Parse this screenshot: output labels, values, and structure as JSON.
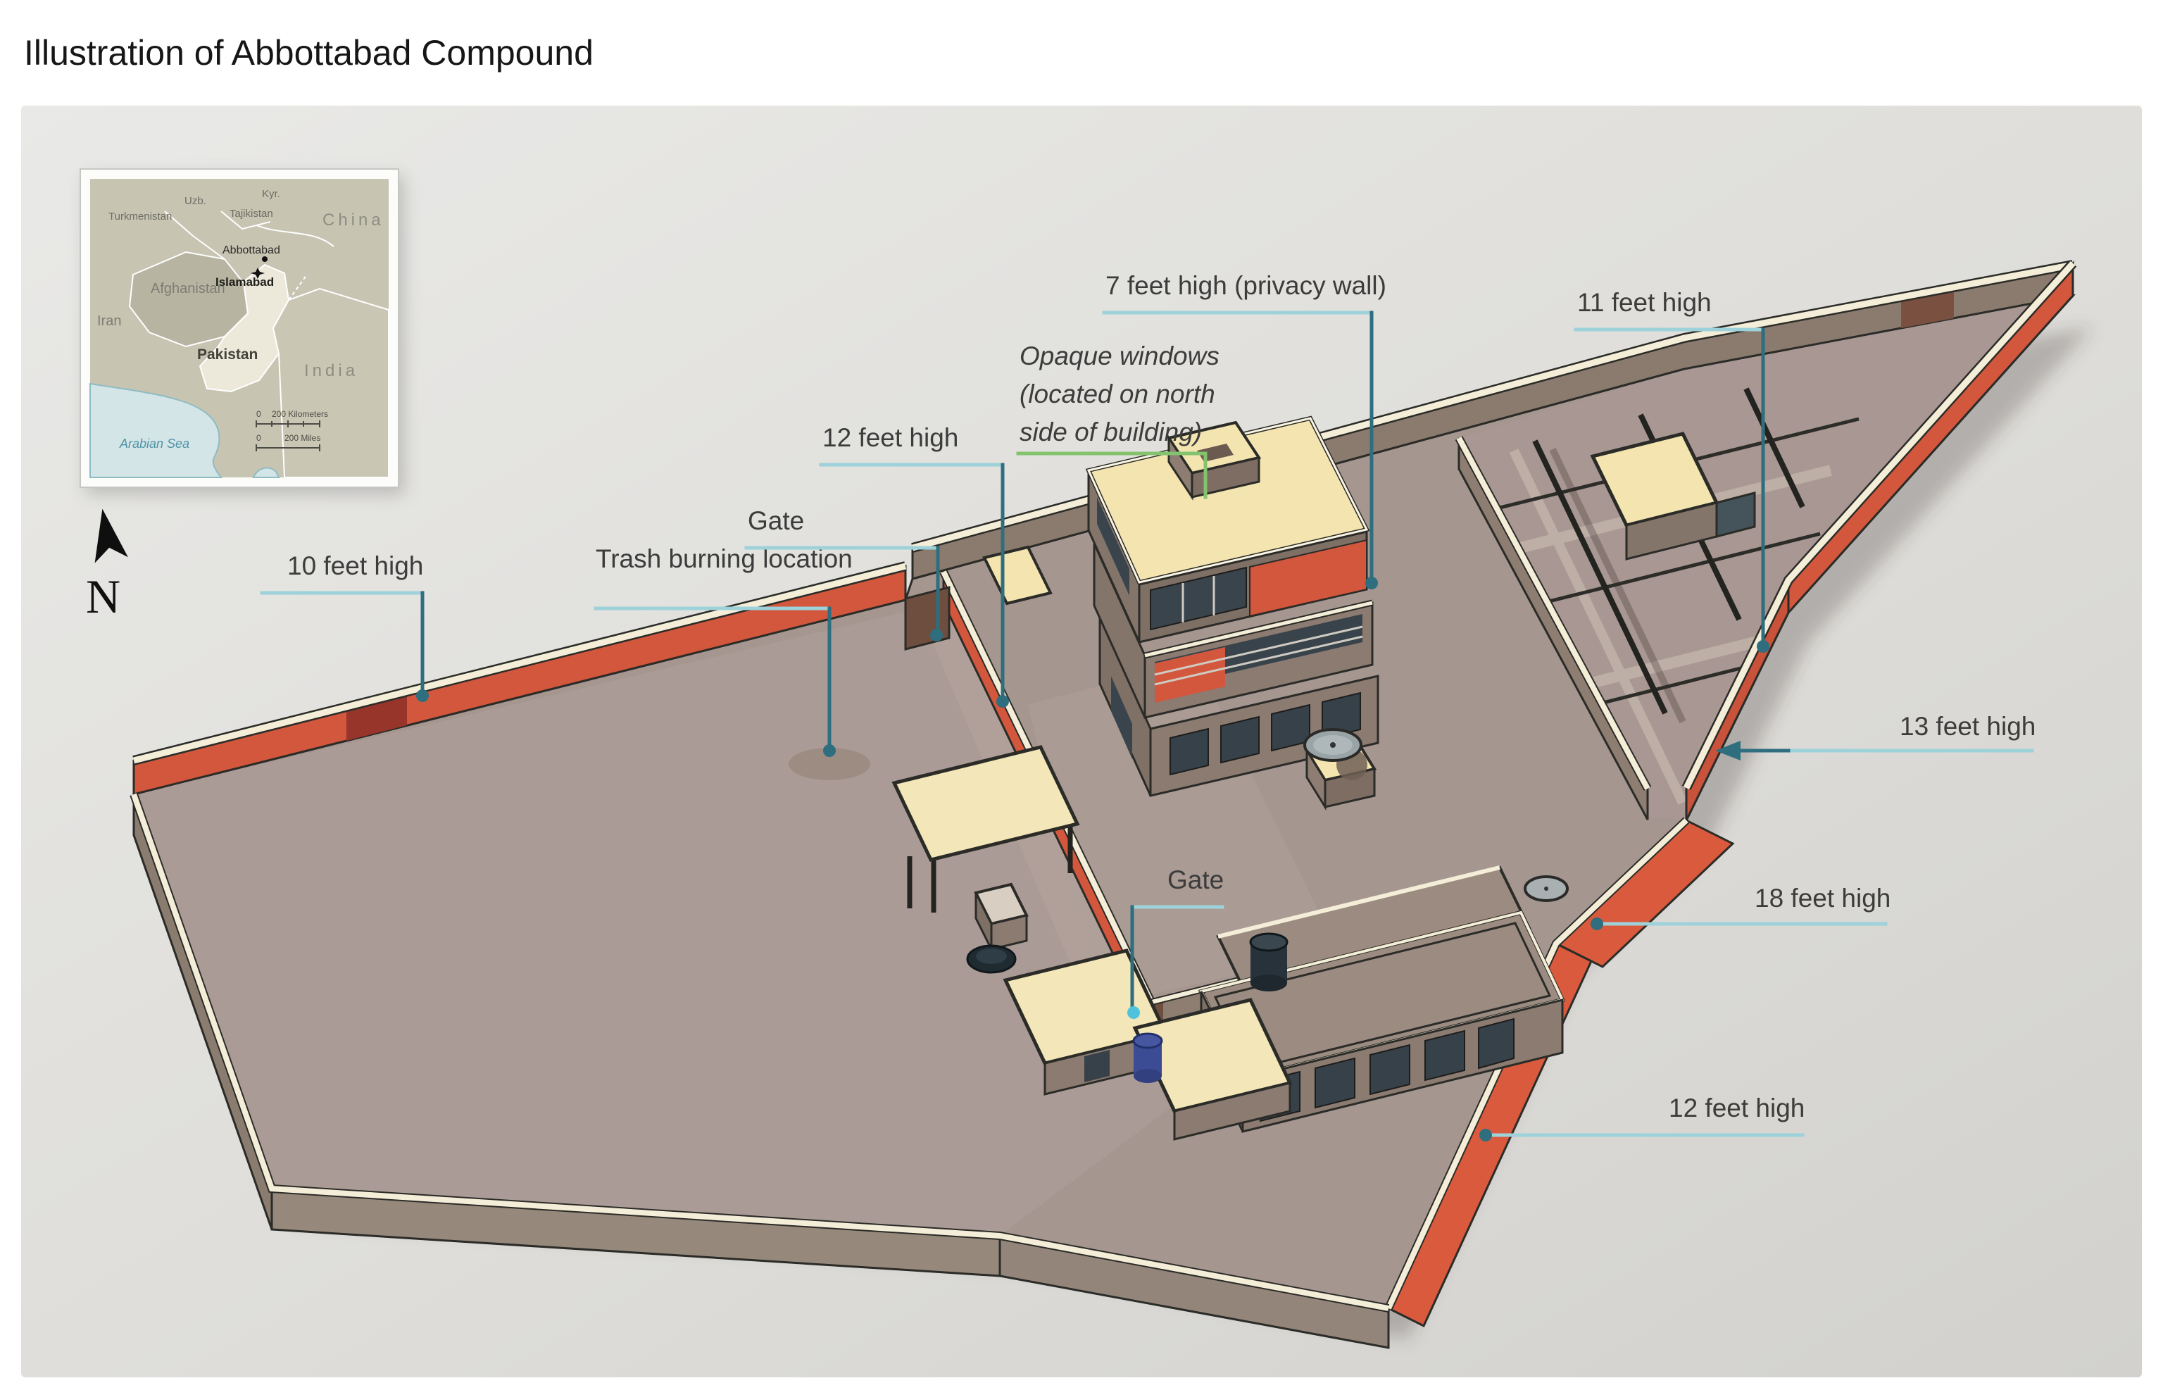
{
  "title": "Illustration of Abbottabad Compound",
  "compass_n": "N",
  "annotations": {
    "wall_10ft": "10 feet high",
    "trash": "Trash burning location",
    "gate_north": "Gate",
    "wall_12ft_top": "12 feet high",
    "privacy_wall": "7 feet high (privacy wall)",
    "opaque_line1": "Opaque windows",
    "opaque_line2": "(located on north",
    "opaque_line3": "side of building)",
    "wall_11ft": "11 feet high",
    "wall_13ft": "13 feet high",
    "wall_18ft": "18 feet high",
    "wall_12ft_south": "12 feet high",
    "gate_inner": "Gate"
  },
  "map": {
    "labels": {
      "turkmenistan": "Turkmenistan",
      "uzb": "Uzb.",
      "tajikistan": "Tajikistan",
      "kyr": "Kyr.",
      "china": "China",
      "afghanistan": "Afghanistan",
      "iran": "Iran",
      "pakistan": "Pakistan",
      "india": "India",
      "abbottabad": "Abbottabad",
      "islamabad": "Islamabad",
      "arabian_sea": "Arabian Sea"
    },
    "scale": {
      "zero_km": "0",
      "km": "200 Kilometers",
      "zero_mi": "0",
      "mi": "200 Miles"
    }
  },
  "colors": {
    "wall_red": "#d2573d",
    "wall_red_outer": "#d95a3c",
    "wall_top_cream": "#f4eed8",
    "gate_brown": "#6e4e3e",
    "ground": "#a69690",
    "roof_cream": "#f3e4b0",
    "leader_dark": "#2e6e7e",
    "leader_light": "#9ed2da",
    "leader_green": "#83c36d",
    "panel_gray": "#e2e2df"
  }
}
